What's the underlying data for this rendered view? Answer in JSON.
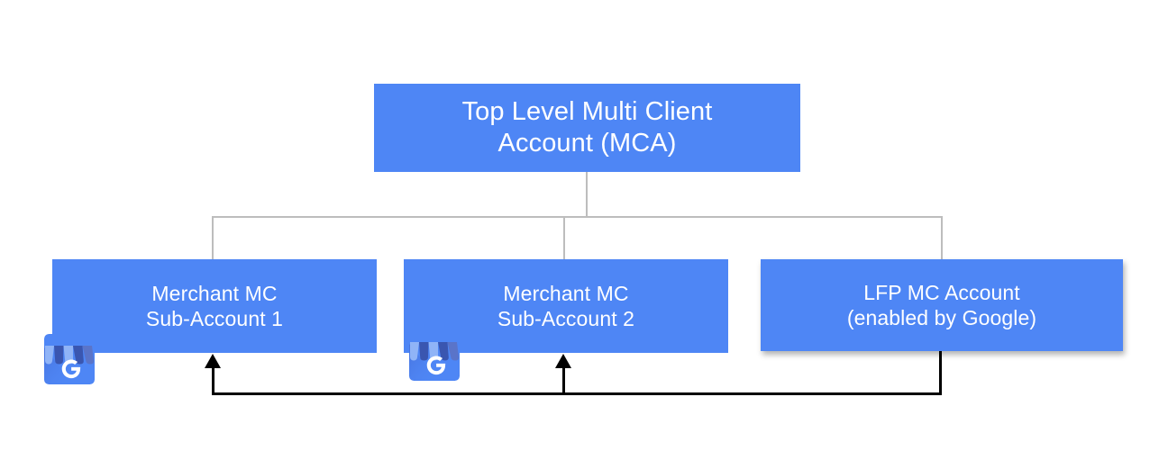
{
  "diagram": {
    "title": "Google Merchant Center account hierarchy for Local Feeds Partnership",
    "colors": {
      "node_fill": "#4e86f5",
      "node_text": "#ffffff",
      "hierarchy_line": "#bdbdbd",
      "feed_line": "#000000",
      "background": "#ffffff"
    },
    "nodes": [
      {
        "id": "mca",
        "line1": "Top Level Multi Client",
        "line2": "Account (MCA)",
        "level": "root"
      },
      {
        "id": "sub1",
        "line1": "Merchant MC",
        "line2": "Sub-Account 1",
        "level": "child",
        "icon": "google-my-business-icon"
      },
      {
        "id": "sub2",
        "line1": "Merchant MC",
        "line2": "Sub-Account 2",
        "level": "child",
        "icon": "google-my-business-icon"
      },
      {
        "id": "lfp",
        "line1": "LFP MC Account",
        "line2": "(enabled by Google)",
        "level": "child"
      }
    ],
    "connectors": [
      {
        "id": "stem",
        "from": "mca",
        "to": "bus",
        "style": "hierarchy"
      },
      {
        "id": "drop-1",
        "from": "bus",
        "to": "sub1",
        "style": "hierarchy"
      },
      {
        "id": "drop-2",
        "from": "bus",
        "to": "sub2",
        "style": "hierarchy"
      },
      {
        "id": "drop-3",
        "from": "bus",
        "to": "lfp",
        "style": "hierarchy"
      },
      {
        "id": "feed-1",
        "from": "lfp",
        "to": "sub1",
        "style": "arrow"
      },
      {
        "id": "feed-2",
        "from": "lfp",
        "to": "sub2",
        "style": "arrow"
      }
    ]
  }
}
